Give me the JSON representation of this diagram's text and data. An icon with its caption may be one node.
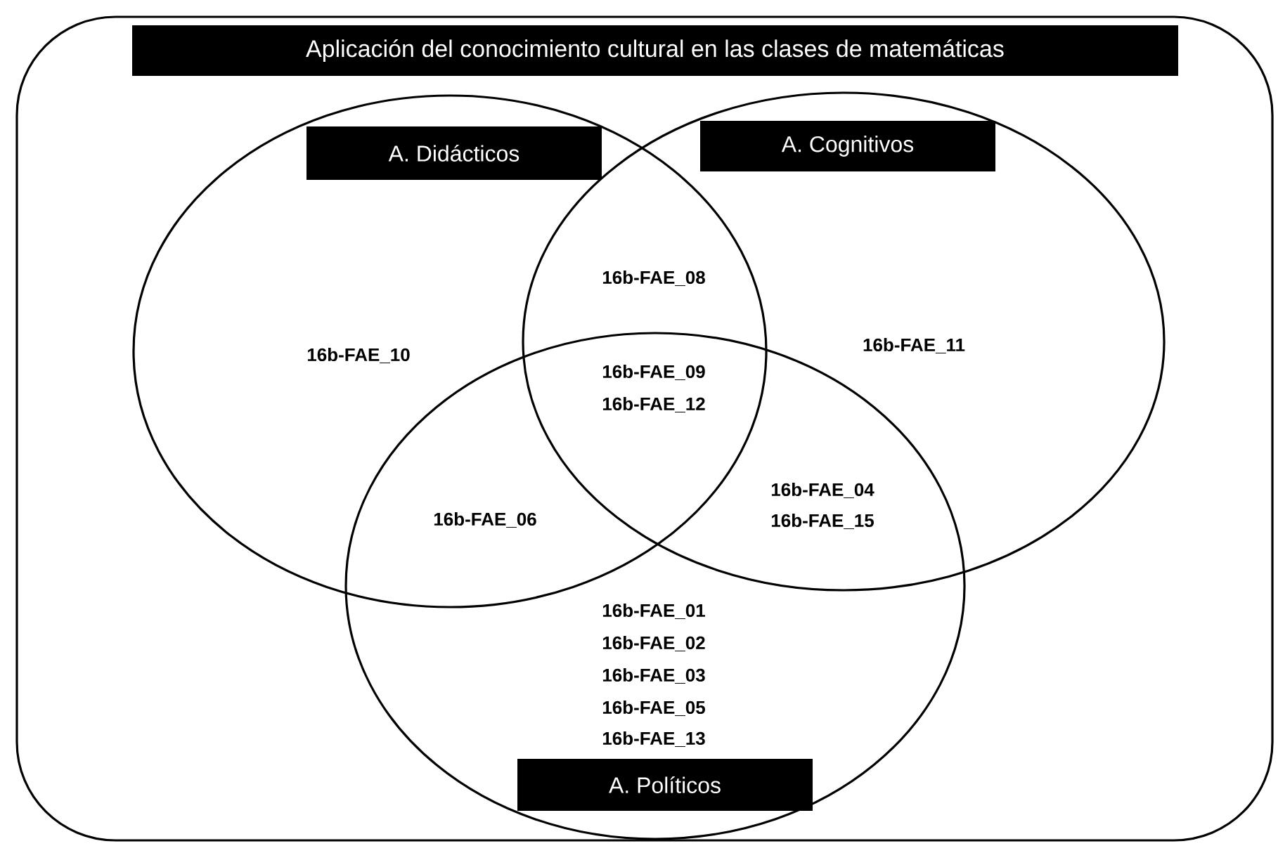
{
  "diagram": {
    "nodes": [
      {
        "text": [],
        "shape": "box"
      },
      {
        "text": [
          "Aplicación del conocimiento cultural en las clases de matemáticas"
        ],
        "in": 0
      },
      {
        "text": [],
        "shape": "circle",
        "in": 0
      },
      {
        "text": [],
        "shape": "circle",
        "in": 0
      },
      {
        "text": [],
        "shape": "circle",
        "in": 0
      },
      {
        "text": [
          "A. Didácticos"
        ],
        "in": 2
      },
      {
        "text": [
          "A. Cognitivos"
        ],
        "in": 3
      },
      {
        "text": [
          "A. Políticos"
        ],
        "in": 4
      }
    ],
    "labels": [
      "16b-FAE_08",
      "16b-FAE_10",
      "16b-FAE_11",
      "16b-FAE_09",
      "16b-FAE_12",
      "16b-FAE_04",
      "16b-FAE_06",
      "16b-FAE_15",
      "16b-FAE_01",
      "16b-FAE_02",
      "16b-FAE_03",
      "16b-FAE_05",
      "16b-FAE_13"
    ]
  }
}
